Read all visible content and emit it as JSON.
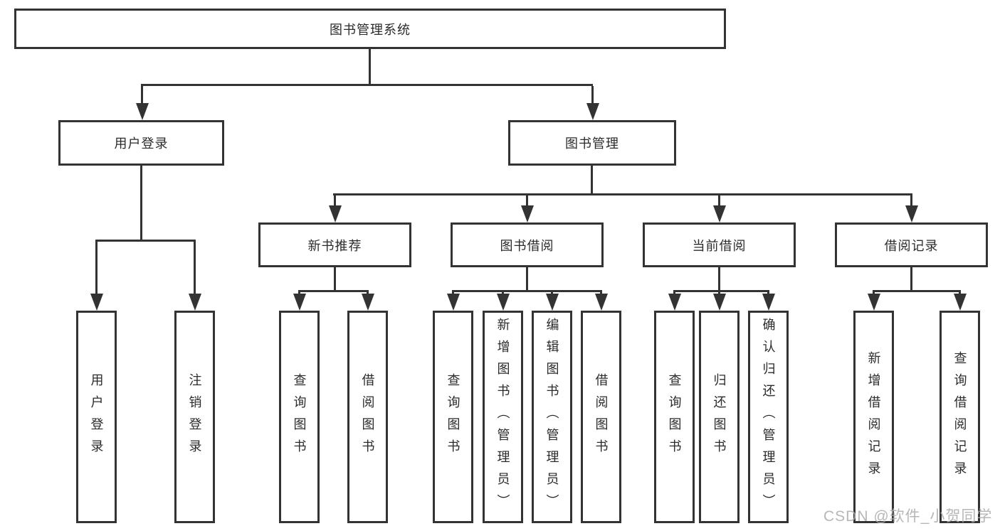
{
  "nodes": {
    "root": "图书管理系统",
    "branches": [
      {
        "label": "用户登录",
        "children": [
          "用户登录",
          "注销登录"
        ]
      },
      {
        "label": "图书管理",
        "children": [
          {
            "label": "新书推荐",
            "children": [
              "查询图书",
              "借阅图书"
            ]
          },
          {
            "label": "图书借阅",
            "children": [
              "查询图书",
              "新增图书（管理员）",
              "编辑图书（管理员）",
              "借阅图书"
            ]
          },
          {
            "label": "当前借阅",
            "children": [
              "查询图书",
              "归还图书",
              "确认归还（管理员）"
            ]
          },
          {
            "label": "借阅记录",
            "children": [
              "新增借阅记录",
              "查询借阅记录"
            ]
          }
        ]
      }
    ]
  },
  "watermark": {
    "text": "CSDN @软件_小贺同学",
    "color": "#ababab"
  },
  "colors": {
    "line": "#333333",
    "box_border": "#333333",
    "background": "#ffffff",
    "text": "#2b2b2b"
  }
}
